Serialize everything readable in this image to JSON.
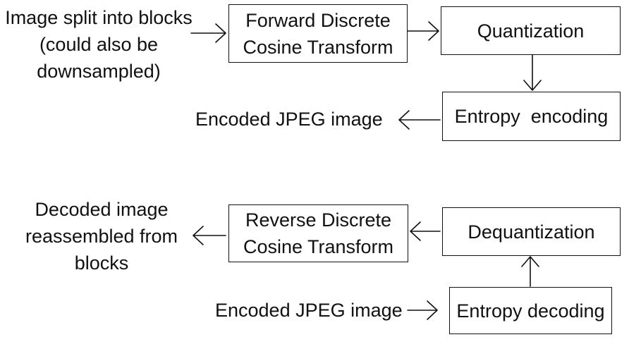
{
  "encoder": {
    "input_text": [
      "Image split into blocks",
      "(could also be",
      "downsampled)"
    ],
    "fdct_box": [
      "Forward Discrete",
      "Cosine Transform"
    ],
    "quantization_box": "Quantization",
    "entropy_encoding_box": "Entropy  encoding",
    "output_text": "Encoded JPEG image"
  },
  "decoder": {
    "input_text": "Encoded JPEG image",
    "entropy_decoding_box": "Entropy decoding",
    "dequantization_box": "Dequantization",
    "rdct_box": [
      "Reverse Discrete",
      "Cosine Transform"
    ],
    "output_text": [
      "Decoded image",
      "reassembled from",
      "blocks"
    ]
  }
}
